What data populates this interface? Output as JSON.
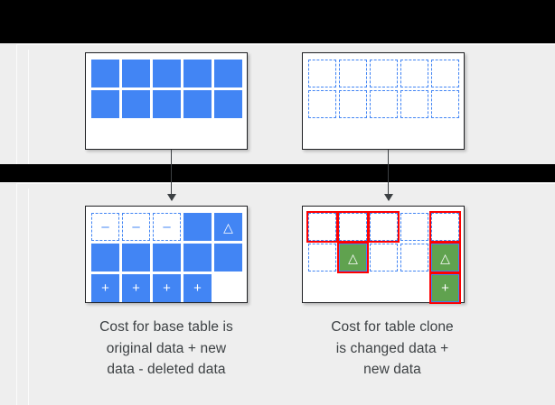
{
  "diagram": {
    "title_visible": false,
    "colors": {
      "cell_blue": "#4285f4",
      "cell_green": "#60a24f",
      "highlight_red": "#ff0000",
      "panel_gray": "#eeeeee",
      "bar_black": "#000000",
      "text_gray": "#3c4043",
      "table_white": "#ffffff"
    },
    "panels": [
      {
        "name": "top-panel"
      },
      {
        "name": "bottom-panel"
      }
    ],
    "tables": {
      "base_source": {
        "name": "base-table-source",
        "rows": [
          [
            {
              "style": "blue",
              "glyph": ""
            },
            {
              "style": "blue",
              "glyph": ""
            },
            {
              "style": "blue",
              "glyph": ""
            },
            {
              "style": "blue",
              "glyph": ""
            },
            {
              "style": "blue",
              "glyph": ""
            }
          ],
          [
            {
              "style": "blue",
              "glyph": ""
            },
            {
              "style": "blue",
              "glyph": ""
            },
            {
              "style": "blue",
              "glyph": ""
            },
            {
              "style": "blue",
              "glyph": ""
            },
            {
              "style": "blue",
              "glyph": ""
            }
          ]
        ]
      },
      "clone_source": {
        "name": "clone-table-source",
        "rows": [
          [
            {
              "style": "dashed",
              "glyph": ""
            },
            {
              "style": "dashed",
              "glyph": ""
            },
            {
              "style": "dashed",
              "glyph": ""
            },
            {
              "style": "dashed",
              "glyph": ""
            },
            {
              "style": "dashed",
              "glyph": ""
            }
          ],
          [
            {
              "style": "dashed",
              "glyph": ""
            },
            {
              "style": "dashed",
              "glyph": ""
            },
            {
              "style": "dashed",
              "glyph": ""
            },
            {
              "style": "dashed",
              "glyph": ""
            },
            {
              "style": "dashed",
              "glyph": ""
            }
          ]
        ]
      },
      "base_result": {
        "name": "base-table-result",
        "rows": [
          [
            {
              "style": "dashed",
              "glyph": "–",
              "glyph_name": "minus"
            },
            {
              "style": "dashed",
              "glyph": "–",
              "glyph_name": "minus"
            },
            {
              "style": "dashed",
              "glyph": "–",
              "glyph_name": "minus"
            },
            {
              "style": "blue",
              "glyph": ""
            },
            {
              "style": "blue",
              "glyph": "△",
              "glyph_name": "triangle"
            }
          ],
          [
            {
              "style": "blue",
              "glyph": ""
            },
            {
              "style": "blue",
              "glyph": ""
            },
            {
              "style": "blue",
              "glyph": ""
            },
            {
              "style": "blue",
              "glyph": ""
            },
            {
              "style": "blue",
              "glyph": ""
            }
          ],
          [
            {
              "style": "blue",
              "glyph": "+",
              "glyph_name": "plus"
            },
            {
              "style": "blue",
              "glyph": "+",
              "glyph_name": "plus"
            },
            {
              "style": "blue",
              "glyph": "+",
              "glyph_name": "plus"
            },
            {
              "style": "blue",
              "glyph": "+",
              "glyph_name": "plus"
            },
            {
              "style": "empty",
              "glyph": ""
            }
          ]
        ]
      },
      "clone_result": {
        "name": "clone-table-result",
        "rows": [
          [
            {
              "style": "dashed",
              "glyph": "",
              "highlight": true
            },
            {
              "style": "dashed",
              "glyph": "",
              "highlight": true
            },
            {
              "style": "dashed",
              "glyph": "",
              "highlight": true
            },
            {
              "style": "dashed",
              "glyph": "",
              "highlight": false
            },
            {
              "style": "dashed",
              "glyph": "",
              "highlight": true
            }
          ],
          [
            {
              "style": "dashed",
              "glyph": "",
              "highlight": false
            },
            {
              "style": "green",
              "glyph": "△",
              "glyph_name": "triangle",
              "highlight": true
            },
            {
              "style": "dashed",
              "glyph": "",
              "highlight": false
            },
            {
              "style": "dashed",
              "glyph": "",
              "highlight": false
            },
            {
              "style": "green",
              "glyph": "△",
              "glyph_name": "triangle",
              "highlight": true
            }
          ],
          [
            {
              "style": "empty",
              "glyph": "",
              "highlight": false
            },
            {
              "style": "empty",
              "glyph": "",
              "highlight": false
            },
            {
              "style": "empty",
              "glyph": "",
              "highlight": false
            },
            {
              "style": "empty",
              "glyph": "",
              "highlight": false
            },
            {
              "style": "green",
              "glyph": "+",
              "glyph_name": "plus",
              "highlight": true
            }
          ]
        ]
      }
    },
    "arrows": [
      {
        "name": "arrow-base-down"
      },
      {
        "name": "arrow-clone-down"
      }
    ],
    "captions": {
      "base": "Cost for base table is original data + new data - deleted data",
      "clone": "Cost for table clone is changed data + new data"
    },
    "caption_lines": {
      "base": [
        "Cost for base table is",
        "original data + new",
        "data - deleted data"
      ],
      "clone": [
        "Cost for table clone",
        "is changed data +",
        "new data"
      ]
    }
  }
}
